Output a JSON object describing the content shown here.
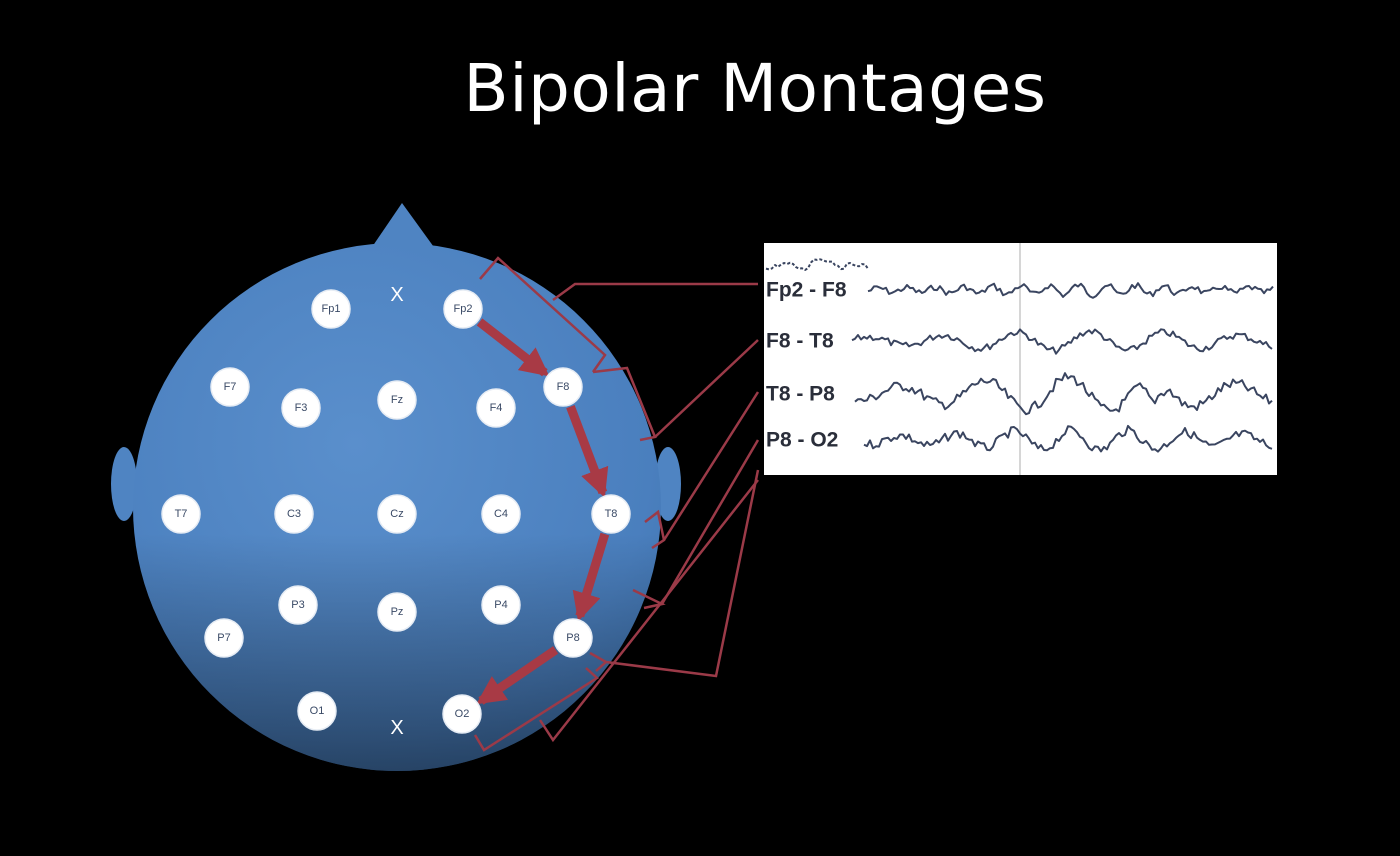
{
  "title": "Bipolar Montages",
  "head": {
    "electrodes": [
      {
        "id": "fp1",
        "label": "Fp1"
      },
      {
        "id": "fp2",
        "label": "Fp2"
      },
      {
        "id": "f7",
        "label": "F7"
      },
      {
        "id": "f3",
        "label": "F3"
      },
      {
        "id": "fz",
        "label": "Fz"
      },
      {
        "id": "f4",
        "label": "F4"
      },
      {
        "id": "f8",
        "label": "F8"
      },
      {
        "id": "t7",
        "label": "T7"
      },
      {
        "id": "c3",
        "label": "C3"
      },
      {
        "id": "cz",
        "label": "Cz"
      },
      {
        "id": "c4",
        "label": "C4"
      },
      {
        "id": "t8",
        "label": "T8"
      },
      {
        "id": "p7",
        "label": "P7"
      },
      {
        "id": "p3",
        "label": "P3"
      },
      {
        "id": "pz",
        "label": "Pz"
      },
      {
        "id": "p4",
        "label": "P4"
      },
      {
        "id": "p8",
        "label": "P8"
      },
      {
        "id": "o1",
        "label": "O1"
      },
      {
        "id": "o2",
        "label": "O2"
      }
    ],
    "reference_marks": [
      "X",
      "X"
    ],
    "chain": [
      "fp2",
      "f8",
      "t8",
      "p8",
      "o2"
    ]
  },
  "eeg": {
    "channels": [
      {
        "label": "Fp2 - F8"
      },
      {
        "label": "F8 - T8"
      },
      {
        "label": "T8 - P8"
      },
      {
        "label": "P8 - O2"
      }
    ]
  },
  "colors": {
    "background": "#000000",
    "head_fill": "#4a7fbe",
    "electrode_fill": "#ffffff",
    "arrow": "#a83a45",
    "bracket": "#9b3a48",
    "trace": "#3a4560",
    "panel": "#ffffff"
  }
}
